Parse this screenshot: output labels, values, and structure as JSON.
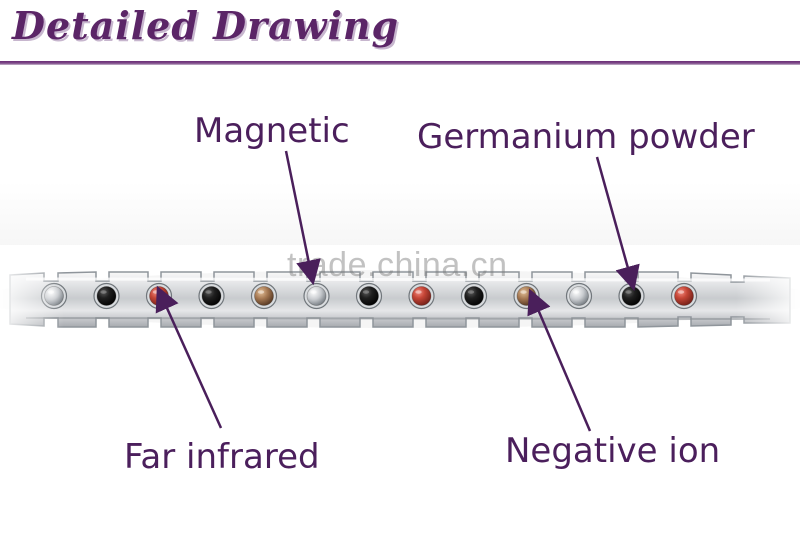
{
  "header": {
    "title": "Detailed Drawing"
  },
  "labels": {
    "magnetic": "Magnetic",
    "germanium_powder": "Germanium powder",
    "far_infrared": "Far infrared",
    "negative_ion": "Negative ion"
  },
  "watermark": "trade.china.cn",
  "colors": {
    "accent": "#5b2567",
    "label": "#4b1f5c",
    "arrow": "#4a1f5b",
    "steel": "#d7d8da",
    "steel_dark": "#9fa4aa",
    "black_stone": "#161616",
    "red_stone": "#b53d32",
    "bronze_stone": "#a77a52",
    "silver_stone": "#d5d8db"
  },
  "stones": [
    "silver",
    "black",
    "red",
    "black",
    "bronze",
    "silver",
    "black",
    "red",
    "black",
    "bronze",
    "silver",
    "black",
    "red"
  ]
}
